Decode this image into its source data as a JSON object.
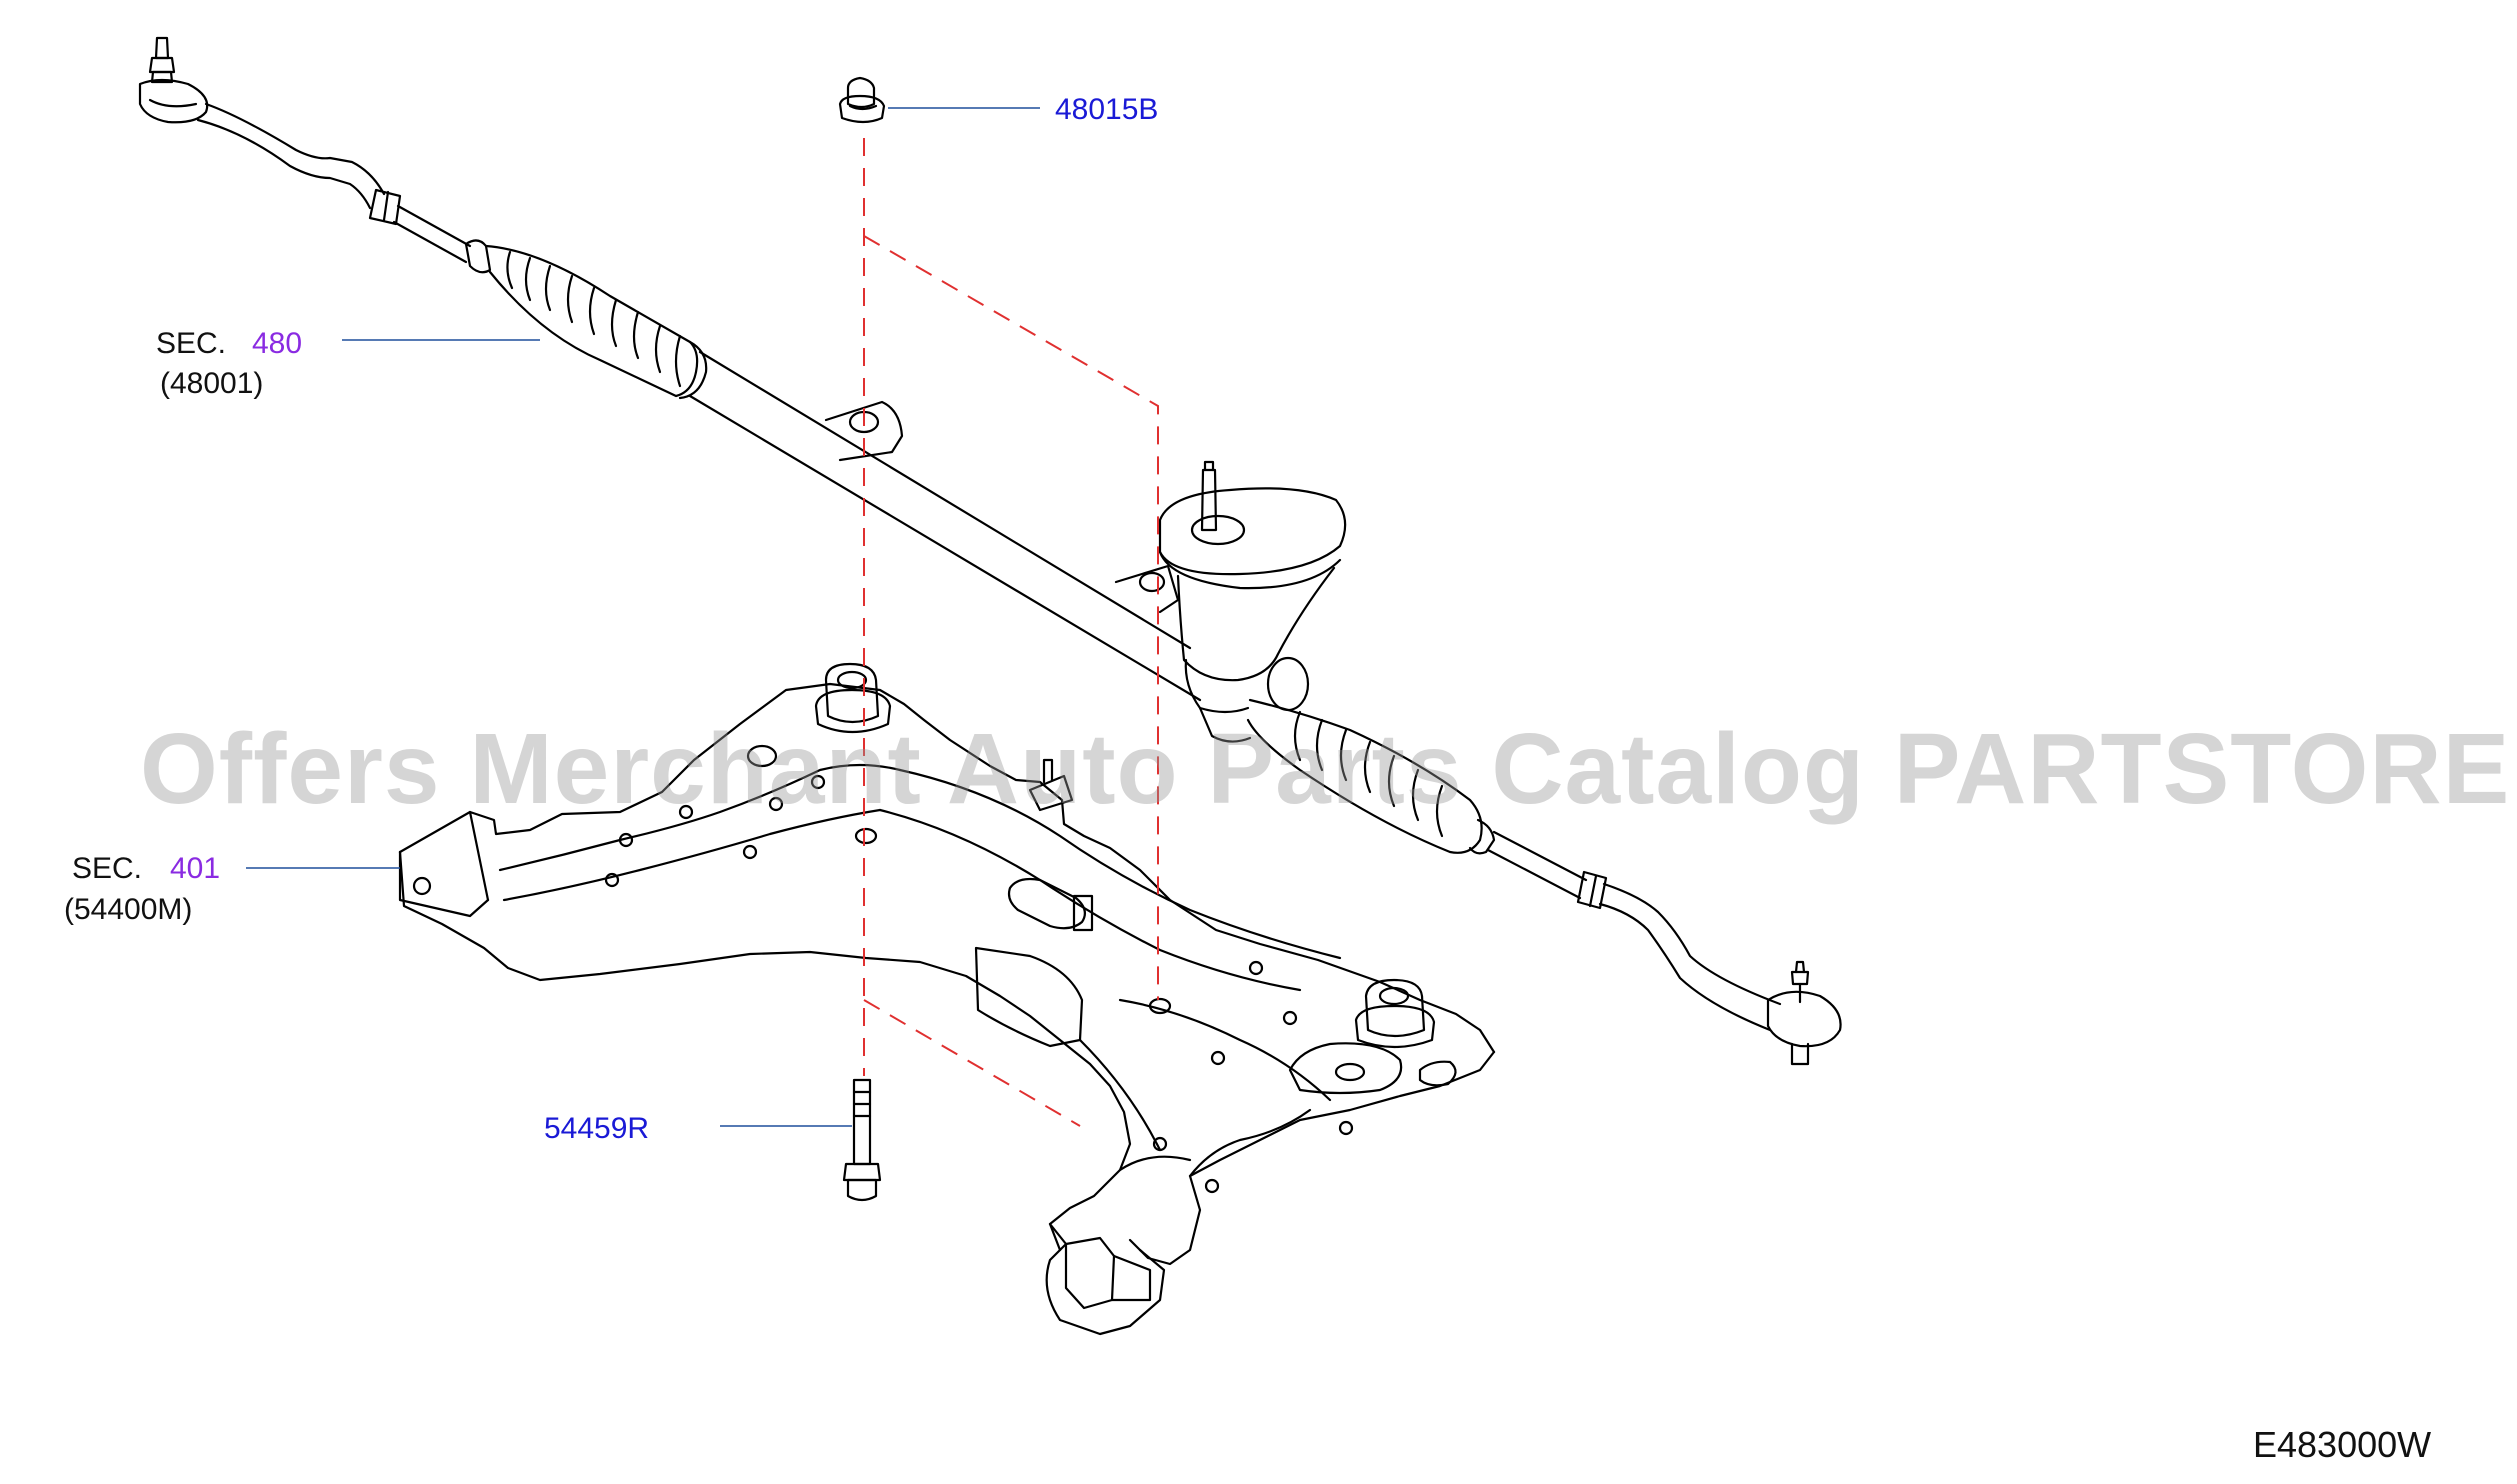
{
  "diagram_id": "E483000W",
  "watermark": "Offers Merchant Auto Parts Catalog PARTSTORE.SA",
  "callouts": {
    "nut": {
      "part": "48015B"
    },
    "bolt": {
      "part": "54459R"
    },
    "steering_gear": {
      "sec_prefix": "SEC.",
      "sec_number": "480",
      "sub_code": "(48001)"
    },
    "crossmember": {
      "sec_prefix": "SEC.",
      "sec_number": "401",
      "sub_code": "(54400M)"
    }
  },
  "colors": {
    "line": "#000000",
    "leader": "#1f4e9c",
    "dash": "#e03030",
    "part_number": "#1a1ad6",
    "section_number": "#8a2be2"
  }
}
